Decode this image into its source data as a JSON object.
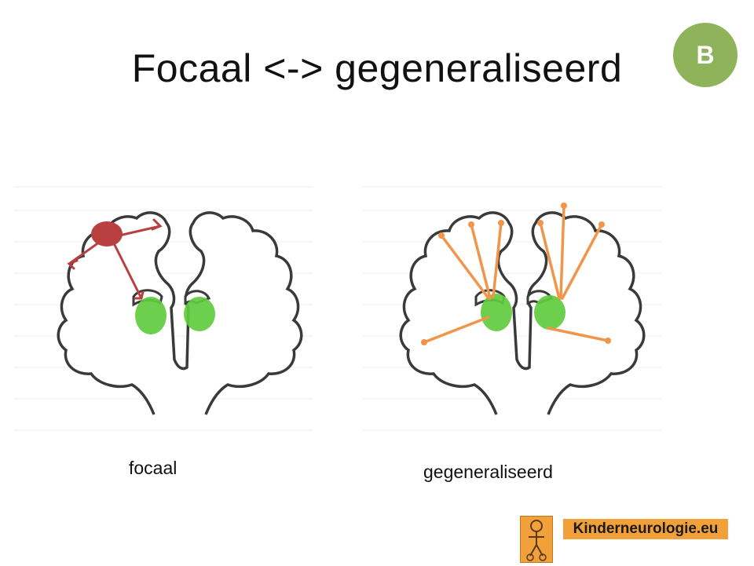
{
  "title": "Focaal <-> gegeneraliseerd",
  "badge": "B",
  "panels": {
    "left_caption": "focaal",
    "right_caption": "gegeneraliseerd"
  },
  "logo": {
    "text": "Kinderneurologie.eu",
    "icon": "child-figure-icon"
  },
  "colors": {
    "badge": "#8fb35a",
    "focal_arrows": "#b84040",
    "generalized_arrows": "#f0954a",
    "nuclei": "#5fcc3f",
    "logo": "#f2a13a"
  }
}
